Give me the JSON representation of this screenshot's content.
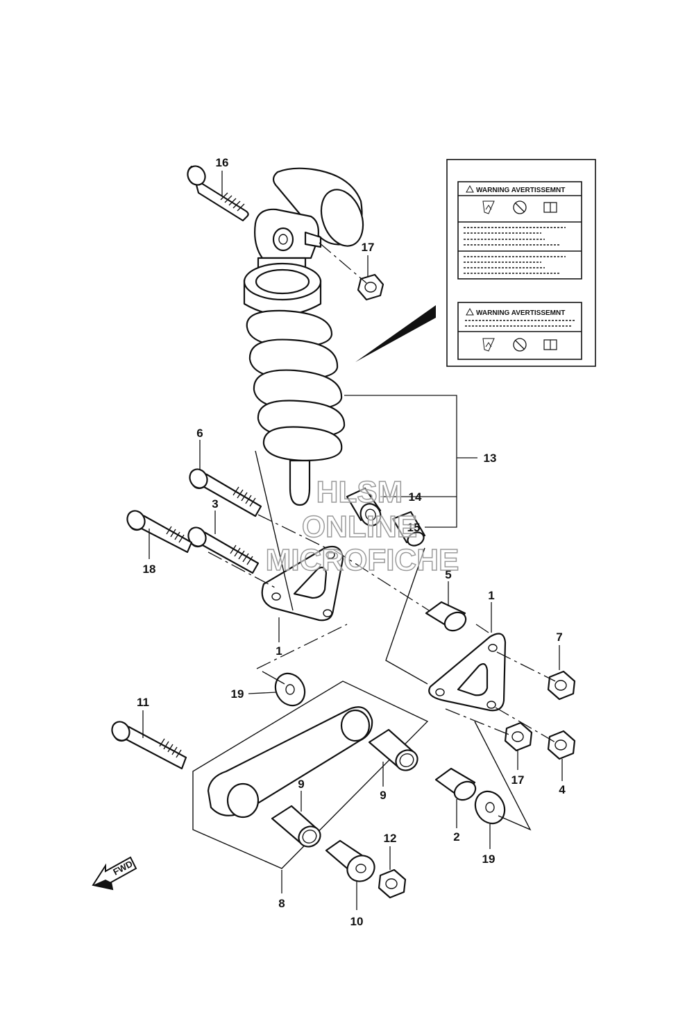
{
  "diagram": {
    "callouts": {
      "c1a": "1",
      "c1b": "1",
      "c2": "2",
      "c3": "3",
      "c4": "4",
      "c5": "5",
      "c6": "6",
      "c7": "7",
      "c8": "8",
      "c9a": "9",
      "c9b": "9",
      "c10": "10",
      "c11": "11",
      "c12": "12",
      "c13": "13",
      "c14": "14",
      "c15": "15",
      "c16": "16",
      "c17a": "17",
      "c17b": "17",
      "c18": "18",
      "c19a": "19",
      "c19b": "19"
    },
    "warning_labels": {
      "upper_title": "WARNING AVERTISSEMNT",
      "lower_title": "WARNING AVERTISSEMNT"
    },
    "fwd": "FWD",
    "watermark": {
      "line1": "HLSM",
      "line2": "ONLINE",
      "line3": "MICROFICHE"
    }
  }
}
